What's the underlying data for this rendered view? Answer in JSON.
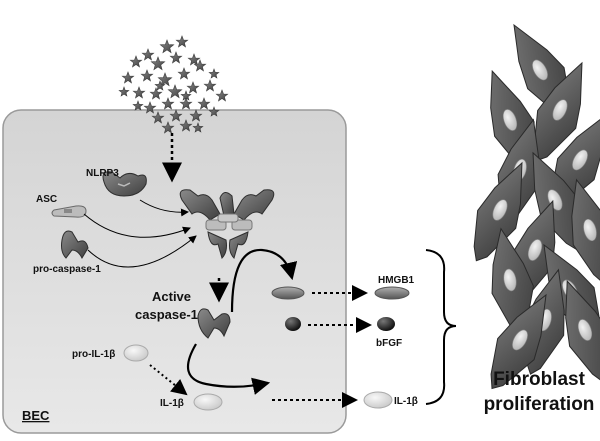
{
  "cell": {
    "label": "BEC"
  },
  "components": {
    "nlrp3": "NLRP3",
    "asc": "ASC",
    "pro_caspase": "pro-caspase-1",
    "active_caspase_line1": "Active",
    "active_caspase_line2": "caspase-1",
    "pro_il1b": "pro-IL-1β",
    "il1b_inside": "IL-1β"
  },
  "secreted": {
    "hmgb1": "HMGB1",
    "bfgf": "bFGF",
    "il1b": "IL-1β"
  },
  "outcome": {
    "line1": "Fibroblast",
    "line2": "proliferation"
  }
}
